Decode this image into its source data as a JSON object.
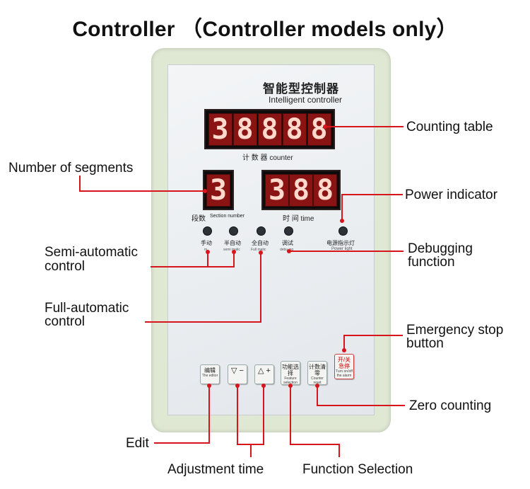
{
  "title": "Controller （Controller models only）",
  "device": {
    "brand_cn": "智能型控制器",
    "brand_en": "Intelligent controller",
    "counter_display": [
      "3",
      "8",
      "8",
      "8",
      "8"
    ],
    "counter_label": "计 数 器 counter",
    "section_display": [
      "3"
    ],
    "section_label_cn": "段数",
    "section_label_en": "Section number",
    "time_display": [
      "3",
      "8",
      "8"
    ],
    "time_label": "时 间 time",
    "leds": [
      {
        "cn": "手动",
        "en": "m"
      },
      {
        "cn": "半自动",
        "en": "semi  matic"
      },
      {
        "cn": "全自动",
        "en": "Full  matic"
      },
      {
        "cn": "调试",
        "en": "debu  ing"
      },
      {
        "cn": "电源指示灯",
        "en": "Power light"
      }
    ],
    "buttons": [
      {
        "cn": "编辑",
        "en": "The editor",
        "sym": ""
      },
      {
        "cn": "",
        "en": "",
        "sym": "▽ −"
      },
      {
        "cn": "",
        "en": "",
        "sym": "△ +"
      },
      {
        "cn": "功能选择",
        "en": "Feature selection",
        "sym": ""
      },
      {
        "cn": "计数清零",
        "en": "Counter reset",
        "sym": ""
      },
      {
        "cn": "开/关急停",
        "en": "Turn on/off the alarm",
        "sym": ""
      }
    ]
  },
  "callouts": {
    "counting_table": "Counting table",
    "number_of_segments": "Number of segments",
    "power_indicator": "Power indicator",
    "semi_automatic_1": "Semi-automatic",
    "semi_automatic_2": "control",
    "debugging_1": "Debugging",
    "debugging_2": "function",
    "full_automatic_1": "Full-automatic",
    "full_automatic_2": "control",
    "emergency_1": "Emergency stop",
    "emergency_2": "button",
    "zero_counting": "Zero counting",
    "edit": "Edit",
    "adjustment_time": "Adjustment time",
    "function_selection": "Function Selection"
  },
  "colors": {
    "leader_line": "#d8141c",
    "display_red": "#8a1414",
    "housing": "#dfe8d3"
  }
}
